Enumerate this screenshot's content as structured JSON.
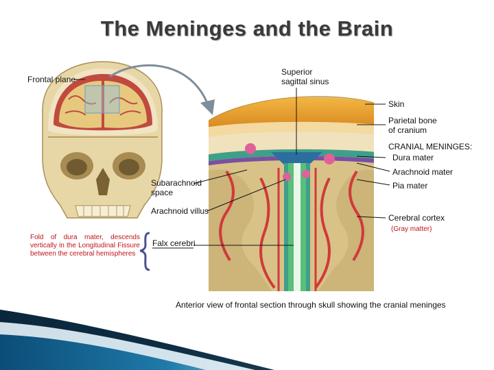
{
  "title": "The Meninges and the Brain",
  "labels": {
    "frontal_plane": "Frontal plane",
    "superior_line1": "Superior",
    "superior_line2": "sagittal sinus",
    "skin": "Skin",
    "parietal_line1": "Parietal bone",
    "parietal_line2": "of cranium",
    "cranial_meninges": "CRANIAL MENINGES:",
    "dura_mater": "Dura mater",
    "arachnoid_mater": "Arachnoid mater",
    "pia_mater": "Pia mater",
    "subarachnoid_line1": "Subarachnoid",
    "subarachnoid_line2": "space",
    "arachnoid_villus": "Arachnoid villus",
    "cerebral_cortex": "Cerebral cortex",
    "gray_matter": "(Gray matter)",
    "falx_cerebri": "Falx cerebri"
  },
  "note": "Fold of dura mater, descends vertically in the Longitudinal Fissure between the cerebral hemispheres",
  "caption": "Anterior view of frontal section through skull showing the cranial meninges",
  "colors": {
    "title": "#3a3a3a",
    "annotation_red": "#c0141a",
    "skin": "#e8a030",
    "bone": "#eadcb0",
    "dura": "#3f9f8a",
    "arachnoid": "#7a4fa0",
    "pia": "#d03a3a",
    "cortex": "#d8c288",
    "falx": "#5abf7a",
    "accent_blue": "#2a6fa0"
  }
}
